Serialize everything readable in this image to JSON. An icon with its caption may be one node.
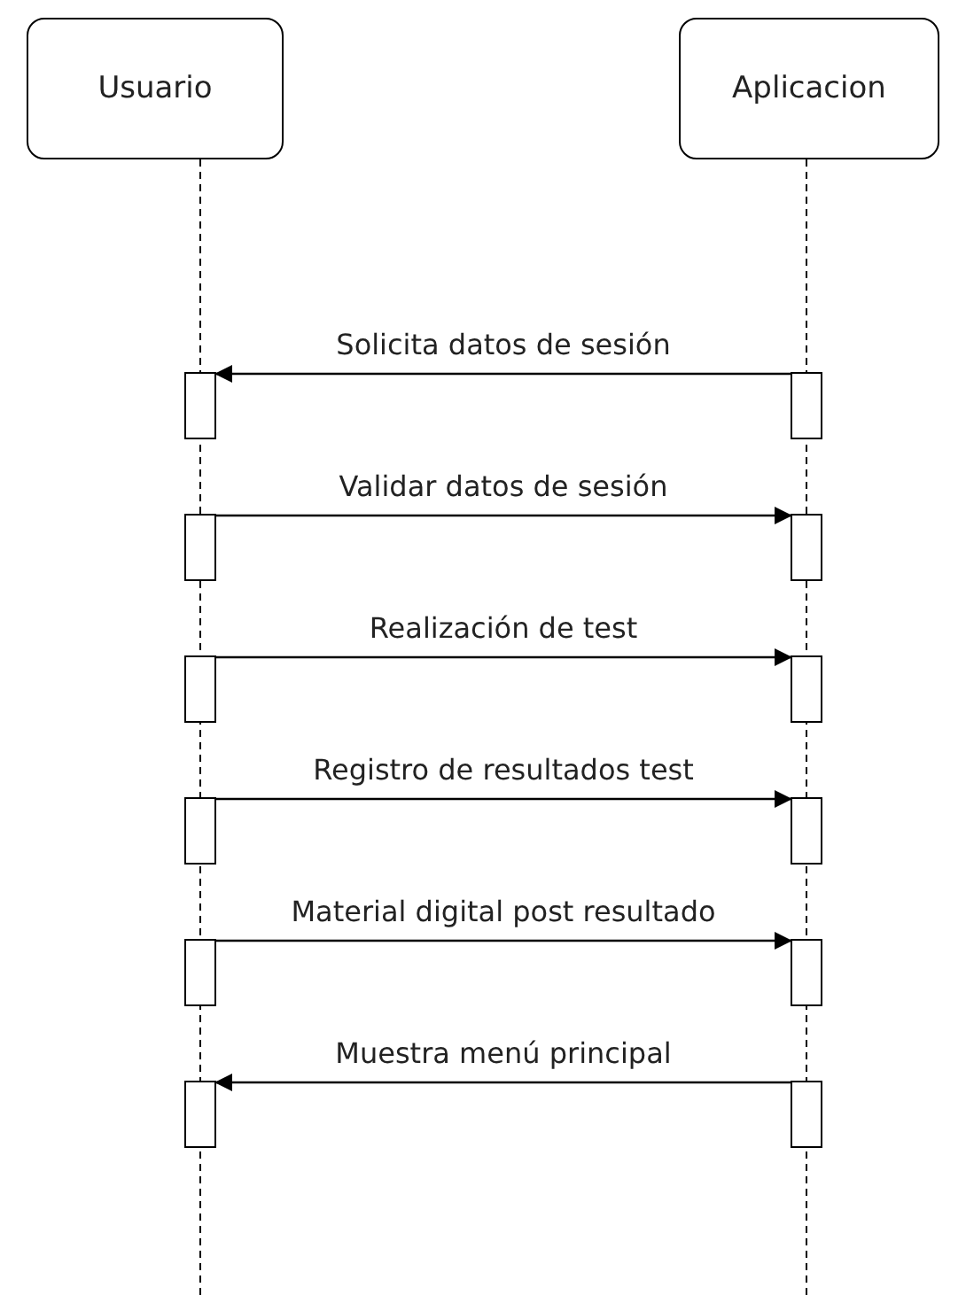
{
  "diagram": {
    "nodes": [
      {
        "text": [
          "Usuario"
        ]
      },
      {
        "text": [
          "Aplicacion"
        ]
      },
      {
        "text": [],
        "shape": "bar"
      },
      {
        "text": [],
        "shape": "bar"
      },
      {
        "text": [],
        "shape": "bar"
      },
      {
        "text": [],
        "shape": "bar"
      },
      {
        "text": [],
        "shape": "bar"
      },
      {
        "text": [],
        "shape": "bar"
      },
      {
        "text": [],
        "shape": "bar"
      },
      {
        "text": [],
        "shape": "bar"
      },
      {
        "text": [],
        "shape": "bar"
      },
      {
        "text": [],
        "shape": "bar"
      },
      {
        "text": [],
        "shape": "bar"
      },
      {
        "text": [],
        "shape": "bar"
      }
    ],
    "edges": [
      {
        "from": 3,
        "to": 2,
        "arrow": "to",
        "label": "Solicita datos de sesión"
      },
      {
        "from": 4,
        "to": 5,
        "arrow": "to",
        "label": "Validar datos de sesión"
      },
      {
        "from": 6,
        "to": 7,
        "arrow": "to",
        "label": "Realización de test"
      },
      {
        "from": 8,
        "to": 9,
        "arrow": "to",
        "label": "Registro de resultados test"
      },
      {
        "from": 10,
        "to": 11,
        "arrow": "to",
        "label": "Material digital post resultado"
      },
      {
        "from": 13,
        "to": 12,
        "arrow": "to",
        "label": "Muestra menú principal"
      }
    ]
  }
}
